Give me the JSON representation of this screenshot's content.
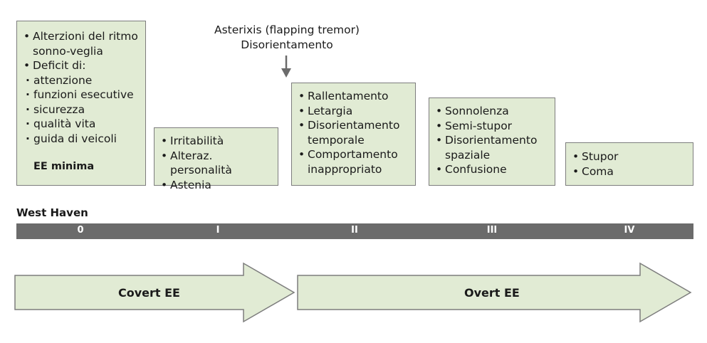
{
  "annotation": {
    "line1": "Asterixis (flapping tremor)",
    "line2": "Disorientamento"
  },
  "stage0": {
    "items": [
      "Alterzioni del ritmo sonno-veglia",
      "Deficit di:"
    ],
    "sub_items": [
      "attenzione",
      "funzioni esecutive",
      "sicurezza",
      "qualità vita",
      "guida di veicoli"
    ],
    "label": "EE minima"
  },
  "stage1": {
    "items": [
      "Irritabilità",
      "Alteraz. personalità",
      "Astenia"
    ]
  },
  "stage2": {
    "items": [
      "Rallentamento",
      "Letargia",
      "Disorientamento temporale",
      "Comportamento inappropriato"
    ]
  },
  "stage3": {
    "items": [
      "Sonnolenza",
      "Semi-stupor",
      "Disorientamento spaziale",
      "Confusione"
    ]
  },
  "stage4": {
    "items": [
      "Stupor",
      "Coma"
    ]
  },
  "scale": {
    "title": "West Haven",
    "grades": [
      "0",
      "I",
      "II",
      "III",
      "IV"
    ]
  },
  "phases": [
    "Covert EE",
    "Overt EE"
  ],
  "colors": {
    "box_fill": "#e1ebd4",
    "box_border": "#7d7d7d",
    "bar": "#6b6b6b",
    "arrow_fill": "#e1ebd4",
    "arrow_stroke": "#7d7d7d"
  }
}
